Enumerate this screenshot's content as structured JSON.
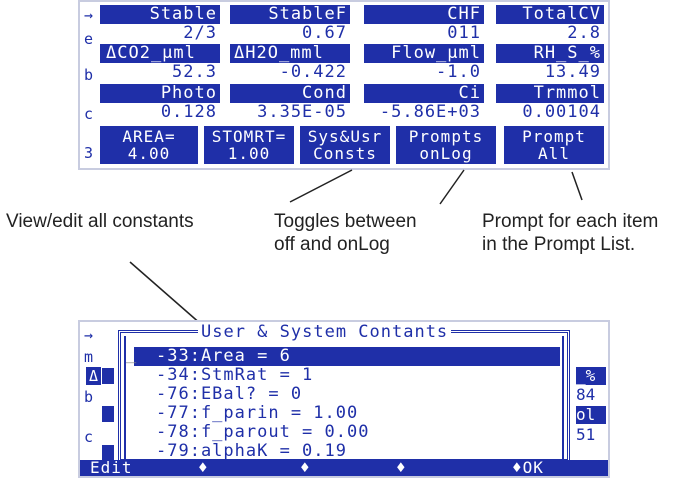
{
  "screen1": {
    "row_labels": [
      "→",
      "e",
      "b",
      "c",
      "3"
    ],
    "headers_row1": [
      "Stable",
      "StableF",
      "CHF",
      "TotalCV"
    ],
    "values_row1": [
      "2/3",
      "0.67",
      "011",
      "2.8"
    ],
    "headers_row2": [
      "ΔCO2_µml",
      "ΔH2O_mml",
      "Flow_µml",
      "RH_S_%"
    ],
    "values_row2": [
      "52.3",
      "-0.422",
      "-1.0",
      "13.49"
    ],
    "headers_row3": [
      "Photo",
      "Cond",
      "Ci",
      "Trmmol"
    ],
    "values_row3": [
      "0.128",
      "3.35E-05",
      "-5.86E+03",
      "0.00104"
    ],
    "keys": [
      {
        "line1": "AREA=",
        "line2": "4.00"
      },
      {
        "line1": "STOMRT=",
        "line2": "1.00"
      },
      {
        "line1": "Sys&Usr",
        "line2": "Consts"
      },
      {
        "line1": "Prompts",
        "line2": "onLog"
      },
      {
        "line1": "Prompt",
        "line2": "All"
      }
    ]
  },
  "callouts": {
    "constants": "View/edit all constants",
    "toggle_line1": "Toggles between",
    "toggle_line2": "off  and onLog",
    "prompt_line1": "Prompt for each item",
    "prompt_line2": "in the Prompt List."
  },
  "screen2": {
    "row_labels": [
      "→",
      "m",
      "Δ",
      "b",
      "c"
    ],
    "title": "User & System Contants",
    "cursor": "_",
    "items": [
      "-33:Area = 6",
      "-34:StmRat = 1",
      "-76:EBal? = 0",
      "-77:f_parin = 1.00",
      "-78:f_parout = 0.00",
      "-79:alphaK = 0.19"
    ],
    "right_fragments": [
      "_%",
      "84",
      "ol",
      "51"
    ],
    "function_keys": [
      "Edit",
      "♦",
      "♦",
      "♦",
      "♦OK"
    ]
  },
  "colors": {
    "lcd_blue": "#1f2fa8",
    "lcd_bg": "#ffffff"
  }
}
